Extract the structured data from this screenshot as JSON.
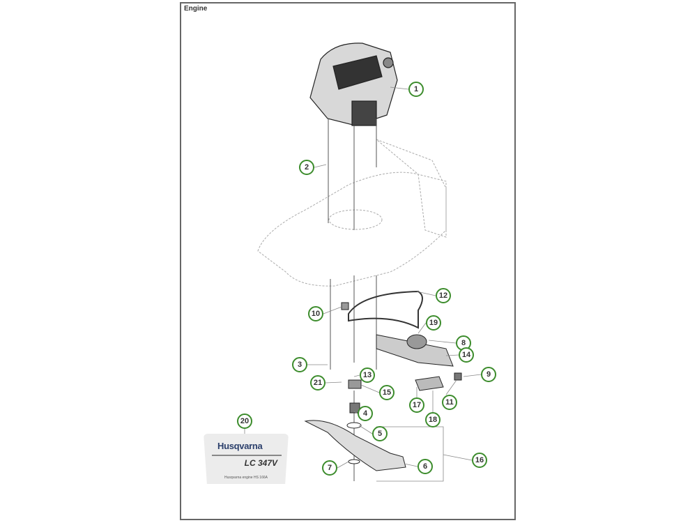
{
  "title": "Engine",
  "callouts": [
    "1",
    "2",
    "3",
    "4",
    "5",
    "6",
    "7",
    "8",
    "9",
    "10",
    "11",
    "12",
    "13",
    "14",
    "15",
    "16",
    "17",
    "18",
    "19",
    "20",
    "21"
  ],
  "sticker": {
    "brand": "Husqvarna",
    "model": "LC 347V",
    "engine_text": "Husqvarna engine HS 166A"
  },
  "colors": {
    "callout": "#3c8c2c",
    "brand": "#2b3f6b"
  }
}
